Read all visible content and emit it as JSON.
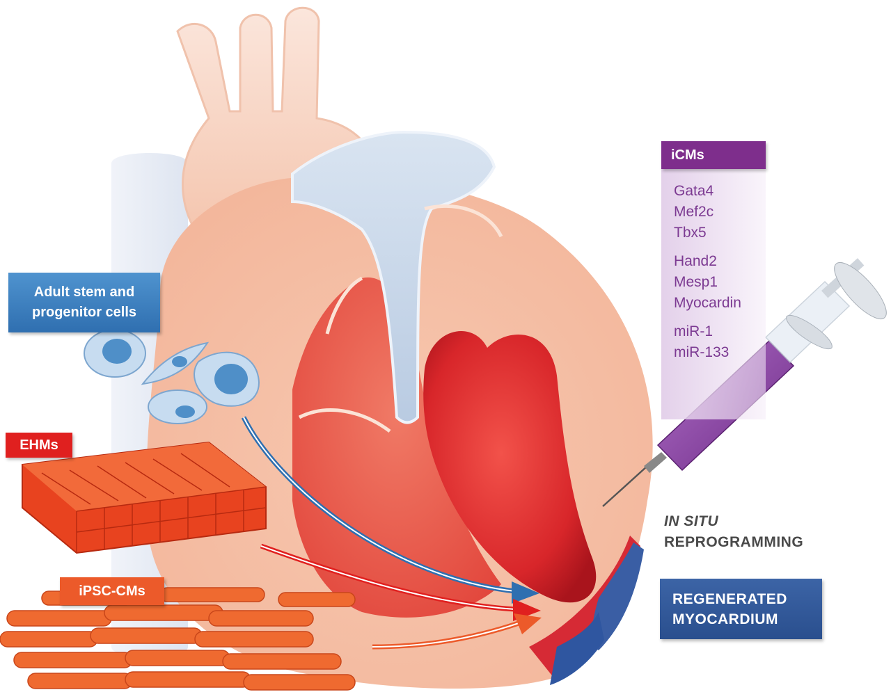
{
  "labels": {
    "adult_stem_line1": "Adult stem and",
    "adult_stem_line2": "progenitor cells",
    "ehms": "EHMs",
    "ipsc_cms": "iPSC-CMs",
    "icms": "iCMs",
    "in_situ_line1": "IN SITU",
    "in_situ_line2": "REPROGRAMMING",
    "regenerated_line1": "REGENERATED",
    "regenerated_line2": "MYOCARDIUM"
  },
  "factors": {
    "group_transcription_a": [
      "Gata4",
      "Mef2c",
      "Tbx5"
    ],
    "group_transcription_b": [
      "Hand2",
      "Mesp1",
      "Myocardin"
    ],
    "group_mirna": [
      "miR-1",
      "miR-133"
    ]
  },
  "colors": {
    "stem_blue": "#2f6fb0",
    "ehm_red": "#e0201f",
    "ipsc_orange": "#ec5a2a",
    "icm_purple": "#7e2e8c",
    "regenerated_blue": "#2a4f8e",
    "factor_text": "#7c3a92"
  }
}
